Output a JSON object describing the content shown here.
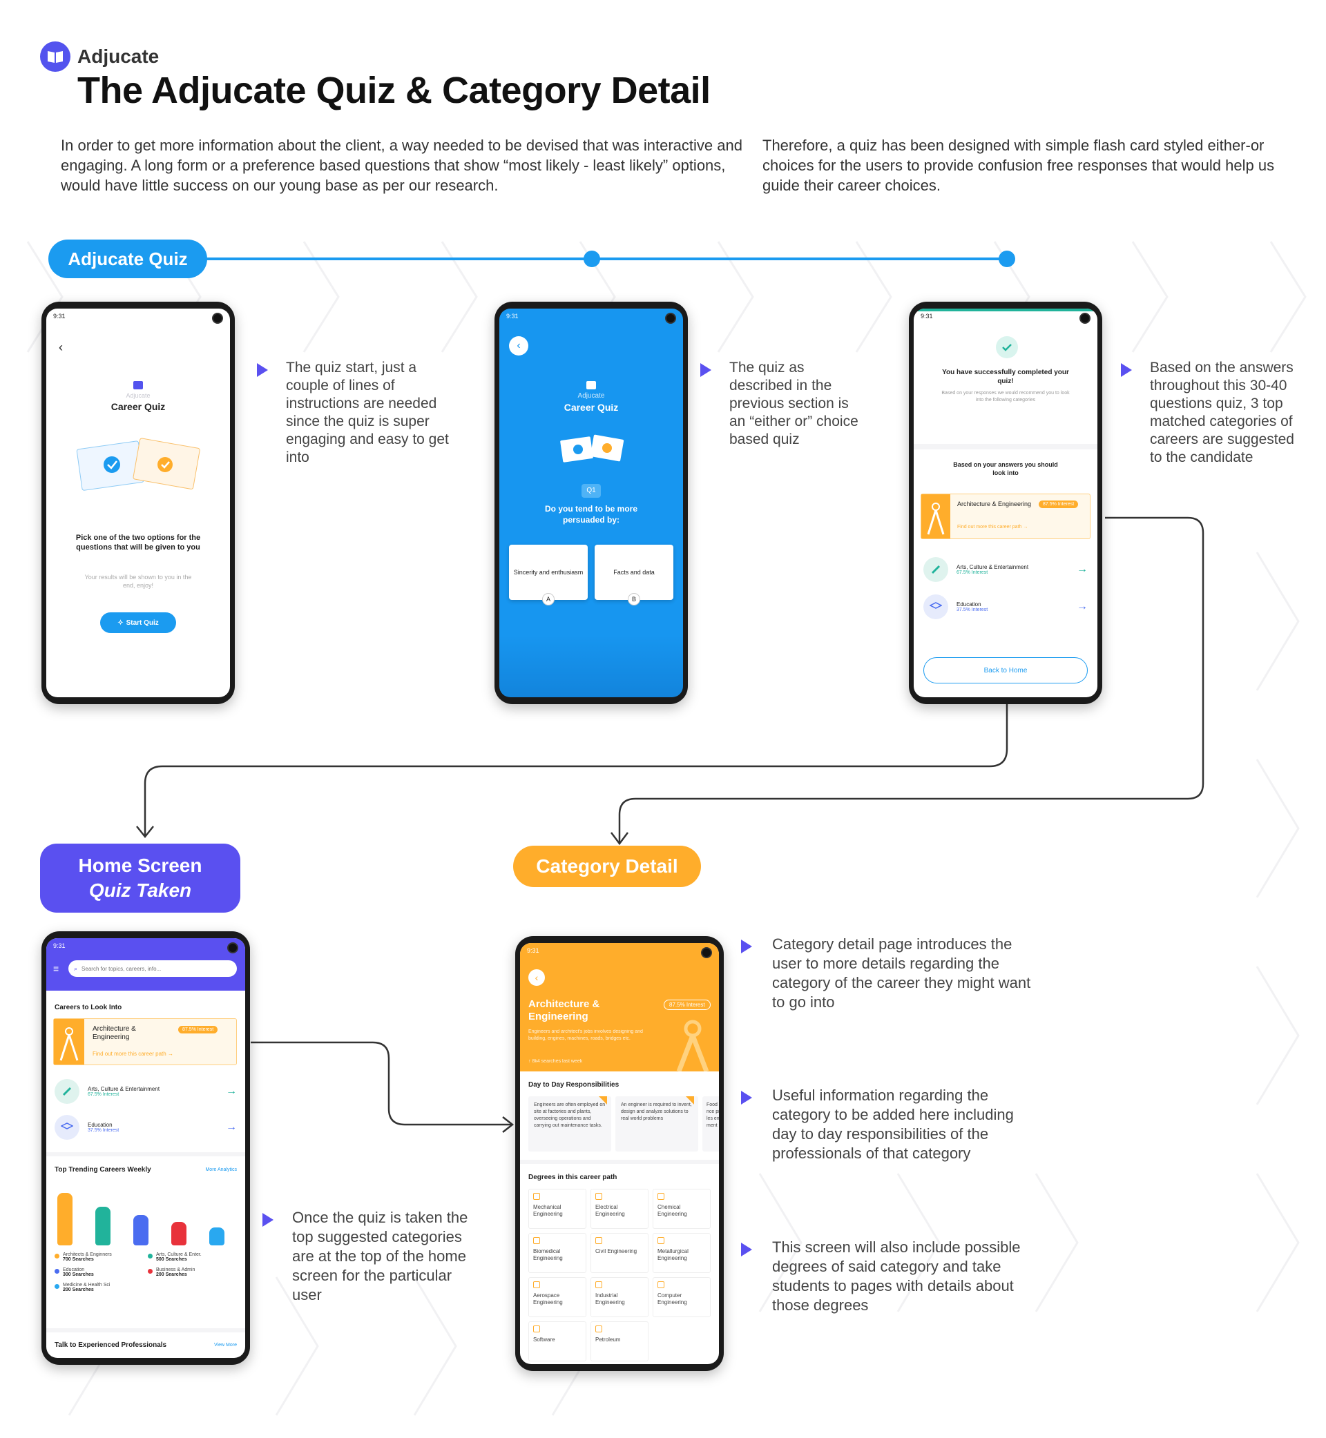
{
  "brand": {
    "name": "Adjucate",
    "accent": "#5353ee",
    "blue": "#1b9bf0",
    "orange": "#ffad2b"
  },
  "header": {
    "title": "The Adjucate Quiz & Category Detail"
  },
  "intro": {
    "left": "In order to get more information about the client, a way needed to be devised that was interactive and engaging. A long form or a preference based questions that show “most likely - least likely” options, would have little success on our young base as per our research.",
    "right": "Therefore, a quiz has been designed with simple flash card styled either-or choices for the users to provide confusion free responses that would help us guide their career choices."
  },
  "sections": {
    "quiz": "Adjucate Quiz",
    "home_line1": "Home Screen",
    "home_line2": "Quiz Taken",
    "category": "Category Detail"
  },
  "descriptions": {
    "d1": "The quiz start, just a couple of lines of instructions are needed since the quiz is super engaging and easy to get into",
    "d2": "The quiz as described in the previous section is an “either or” choice based quiz",
    "d3": "Based on the answers throughout this 30-40 questions quiz, 3 top matched categories of careers are suggested to the candidate",
    "d4": "Once the quiz is taken the top suggested categories are at the top of the home screen for the particular user",
    "d5": "Category detail page introduces the user to more details regarding the category of the career they might want to go into",
    "d6": "Useful information regarding the category to be added here including day to day responsibilities of the professionals of that category",
    "d7": "This screen will also include possible degrees of said category and take students to pages with details about those degrees"
  },
  "status": {
    "time": "9:31"
  },
  "screen1": {
    "brand": "Adjucate",
    "title": "Career Quiz",
    "instruction": "Pick one of the two options for the questions that will be given to you",
    "note": "Your results will be shown to you in the end, enjoy!",
    "button": "Start Quiz"
  },
  "screen2": {
    "brand": "Adjucate",
    "title": "Career Quiz",
    "qnum": "Q1",
    "question": "Do you tend to be more persuaded by:",
    "optA": "Sincerity and enthusiasm",
    "optB": "Facts and data",
    "labelA": "A",
    "labelB": "B"
  },
  "screen3": {
    "done": "You have successfully completed your quiz!",
    "done_sub": "Based on your responses we would recommend you to look into the following categories",
    "based": "Based on your answers you should look into",
    "arch": "Architecture & Engineering",
    "arch_badge": "87.5% Interest",
    "arch_link": "Find out more this career path",
    "arts": "Arts, Culture & Entertainment",
    "arts_int": "67.5% Interest",
    "edu": "Education",
    "edu_int": "37.5% Interest",
    "back": "Back to Home"
  },
  "screen4": {
    "search_placeholder": "Search for topics, careers, info...",
    "careers_title": "Careers to Look Into",
    "arch": "Architecture & Engineering",
    "arch_badge": "87.5% Interest",
    "arch_link": "Find out more this career path",
    "arts": "Arts, Culture & Entertainment",
    "arts_int": "67.5% Interest",
    "edu": "Education",
    "edu_int": "37.5% Interest",
    "trending_title": "Top Trending Careers Weekly",
    "more": "More Analytics",
    "legend": [
      {
        "name": "Architects & Enginners",
        "count": "700 Searches",
        "color": "#ffad2b"
      },
      {
        "name": "Arts, Culture & Enter.",
        "count": "500 Searches",
        "color": "#21b39b"
      },
      {
        "name": "Education",
        "count": "300 Searches",
        "color": "#4a6cf0"
      },
      {
        "name": "Business & Admin",
        "count": "200 Searches",
        "color": "#e8323b"
      },
      {
        "name": "Medicine & Health Sci",
        "count": "200 Searches",
        "color": "#29a8f0"
      }
    ],
    "bar_levels": [
      0.95,
      0.7,
      0.55,
      0.42,
      0.32
    ],
    "talk": "Talk to Experienced Professionals",
    "view": "View More"
  },
  "screen5": {
    "title": "Architecture & Engineering",
    "badge": "87.5% Interest",
    "desc": "Engineers and architect's jobs involves designing and building, engines, machines, roads, bridges etc.",
    "stat": "8k4 searches last week",
    "resp_title": "Day to Day Responsibilities",
    "resp1": "Engineers are often employed on site at factories and plants, overseeing operations and carrying out maintenance tasks.",
    "resp2": "An engineer is required to invent, design and analyze solutions to real world problems",
    "resp3": "Food science principles environment",
    "deg_title": "Degrees in this career path",
    "degrees": [
      "Mechanical Engineering",
      "Electrical Engineering",
      "Chemical Engineering",
      "Biomedical Engineering",
      "Civil Engineering",
      "Metallurgical Engineering",
      "Aerospace Engineering",
      "Industrial Engineering",
      "Computer Engineering",
      "Software",
      "Petroleum"
    ]
  }
}
